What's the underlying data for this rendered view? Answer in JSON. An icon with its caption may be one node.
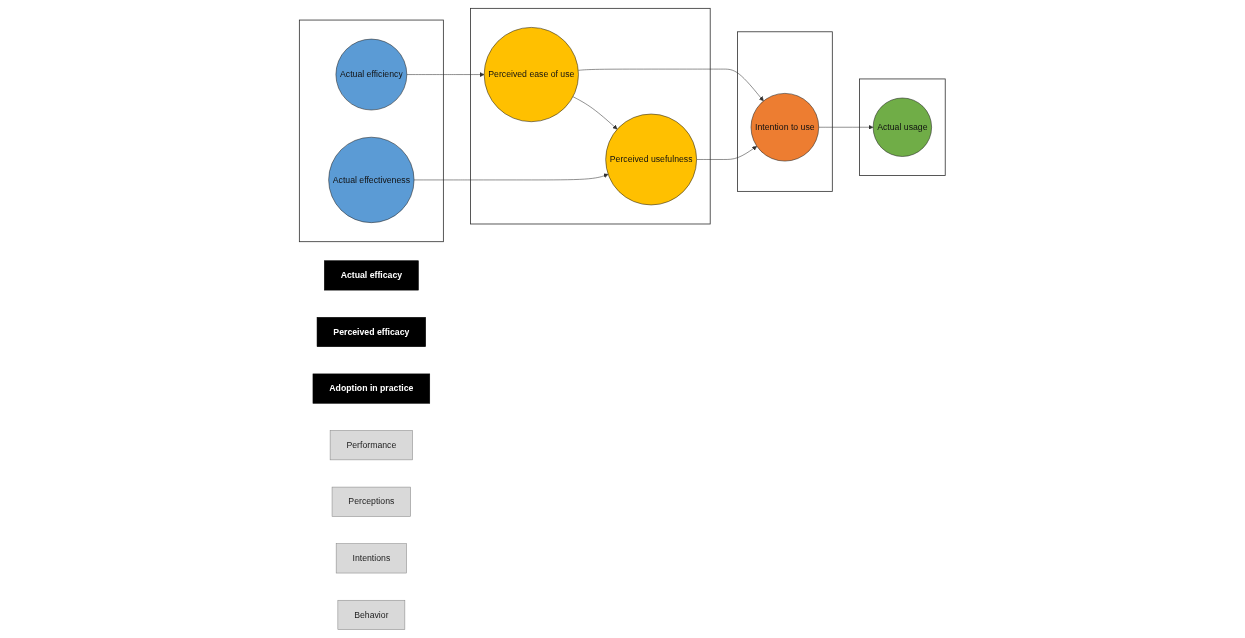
{
  "diagram": {
    "nodes": [
      {
        "text": [
          "Actual efficacy"
        ]
      },
      {
        "text": [
          "Perceived efficacy"
        ]
      },
      {
        "text": [
          "Adoption in practice"
        ]
      },
      {
        "text": [
          "Performance"
        ]
      },
      {
        "text": [
          "Perceptions"
        ]
      },
      {
        "text": [
          "Intentions"
        ]
      },
      {
        "text": [
          "Behavior"
        ]
      },
      {
        "text": [],
        "shape": "box"
      },
      {
        "text": [
          "Actual efficiency"
        ],
        "in": 7
      },
      {
        "text": [
          "Actual effectiveness"
        ],
        "in": 7
      },
      {
        "text": [],
        "shape": "box"
      },
      {
        "text": [
          "Perceived ease of use"
        ],
        "in": 10
      },
      {
        "text": [
          "Perceived usefulness"
        ],
        "in": 10
      },
      {
        "text": [],
        "shape": "box"
      },
      {
        "text": [
          "Intention to use"
        ],
        "in": 13
      },
      {
        "text": [],
        "shape": "box"
      },
      {
        "text": [
          "Actual usage"
        ],
        "in": 15
      }
    ],
    "edges": [
      {
        "from": 8,
        "to": 11,
        "arrow": "to"
      },
      {
        "from": 9,
        "to": 12,
        "arrow": "to"
      },
      {
        "from": 11,
        "to": 12,
        "arrow": "to"
      },
      {
        "from": 11,
        "to": 14,
        "arrow": "to"
      },
      {
        "from": 12,
        "to": 14,
        "arrow": "to"
      },
      {
        "from": 14,
        "to": 16,
        "arrow": "to"
      }
    ]
  }
}
